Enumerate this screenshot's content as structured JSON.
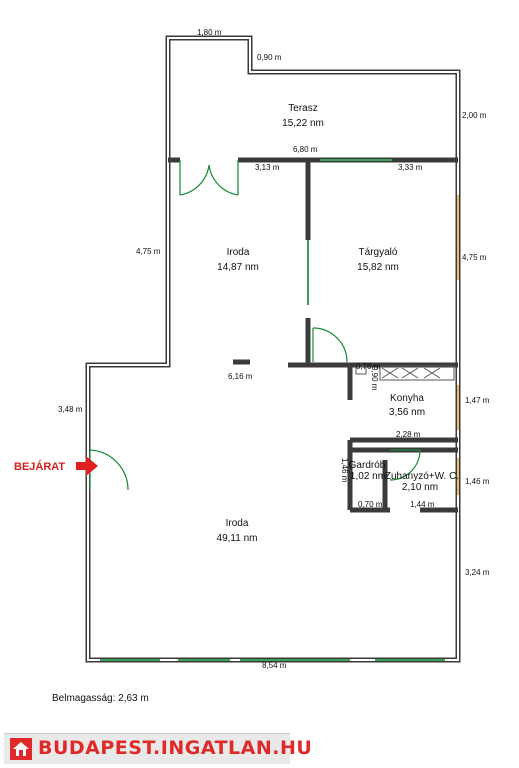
{
  "labels": {
    "dim_top": "1,80 m",
    "dim_step": "0,90 m",
    "dim_terasz_right": "2,00 m",
    "dim_680": "6,80 m",
    "dim_313": "3,13 m",
    "dim_333": "3,33 m",
    "dim_left_upper": "4,75 m",
    "dim_right_upper": "4,75 m",
    "dim_616": "6,16 m",
    "dim_070": "0,70 m",
    "dim_090": "0,90 m",
    "dim_147": "1,47 m",
    "dim_348": "3,48 m",
    "dim_228": "2,28 m",
    "dim_146v": "1,46 m",
    "dim_146": "1,46 m",
    "dim_070b": "0,70 m",
    "dim_144": "1,44 m",
    "dim_324": "3,24 m",
    "dim_854": "8,54 m"
  },
  "rooms": {
    "terasz_name": "Terasz",
    "terasz_area": "15,22 nm",
    "iroda_top_name": "Iroda",
    "iroda_top_area": "14,87 nm",
    "targyalo_name": "Tárgyaló",
    "targyalo_area": "15,82 nm",
    "konyha_name": "Konyha",
    "konyha_area": "3,56 nm",
    "gardrob_name": "Gardrób",
    "gardrob_area": "1,02 nm",
    "zuhanyzo_name": "Zuhanyzó+W. C.",
    "zuhanyzo_area": "2,10 nm",
    "iroda_bottom_name": "Iroda",
    "iroda_bottom_area": "49,11 nm"
  },
  "entrance": "BEJÁRAT",
  "ceiling_height": "Belmagasság: 2,63 m",
  "brand": "BUDAPEST.INGATLAN.HU",
  "colors": {
    "wall": "#3a3a3a",
    "door": "#1a8a3a",
    "entrance_arrow": "#e02020",
    "brand": "#e02a2a"
  }
}
